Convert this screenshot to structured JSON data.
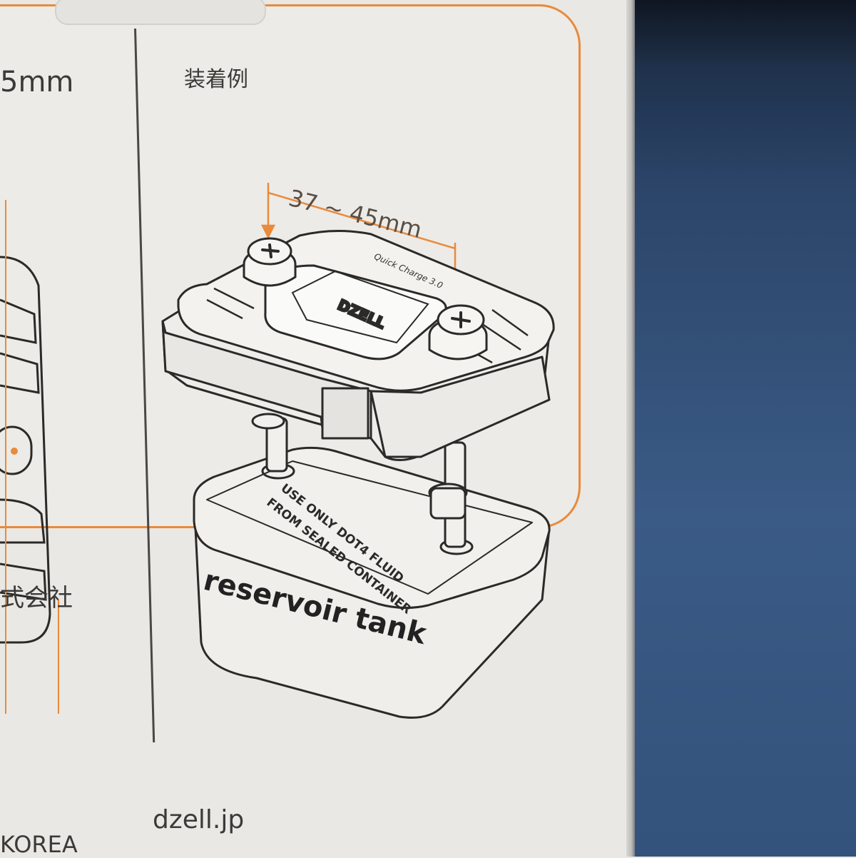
{
  "texts": {
    "left_dimension": "5mm",
    "mount_example": "装着例",
    "width_range": "37 ~ 45mm",
    "quick_charge": "Quick Charge 3.0",
    "warning_line1": "USE ONLY DOT4 FLUID",
    "warning_line2": "FROM SEALED CONTAINER",
    "tank_label": "reservoir tank",
    "company": "式会社",
    "country": "KOREA",
    "website": "dzell.jp"
  },
  "colors": {
    "accent": "#e98a3c",
    "line": "#2b2a28",
    "background": "#ecebe7",
    "wall": "#33527c"
  }
}
